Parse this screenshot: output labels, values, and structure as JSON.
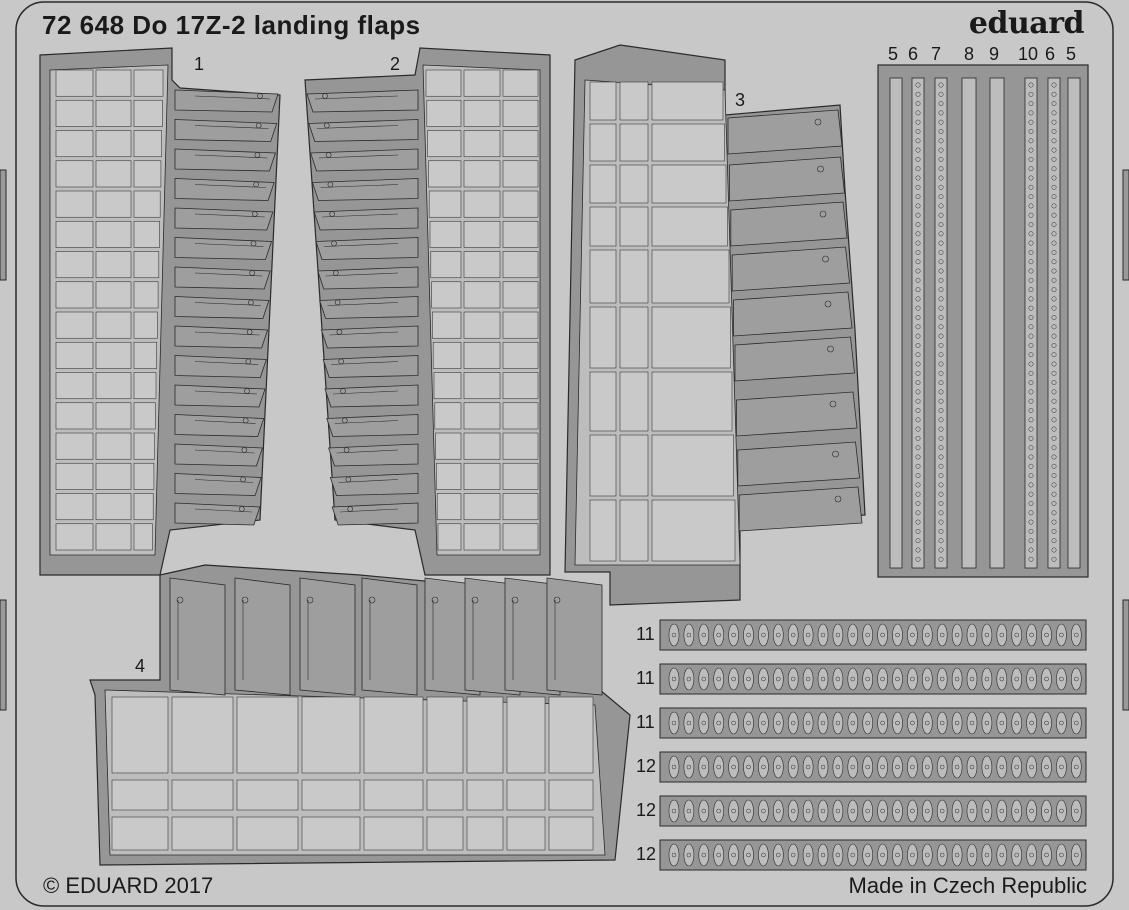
{
  "title": "72 648  Do 17Z-2 landing flaps",
  "brand": "eduard",
  "copyright": "© EDUARD 2017",
  "origin": "Made in Czech Republic",
  "part_numbers": {
    "p1": "1",
    "p2": "2",
    "p3": "3",
    "p4": "4",
    "strip_row": [
      "5",
      "6",
      "7",
      "8",
      "9",
      "10",
      "6",
      "5"
    ],
    "chain_rows": [
      "11",
      "11",
      "11",
      "12",
      "12",
      "12"
    ]
  },
  "colors": {
    "fret_background": "#c8c8c8",
    "metal": "#969696",
    "frame_border": "#2a2a2a",
    "ink": "#1a1a1a"
  }
}
